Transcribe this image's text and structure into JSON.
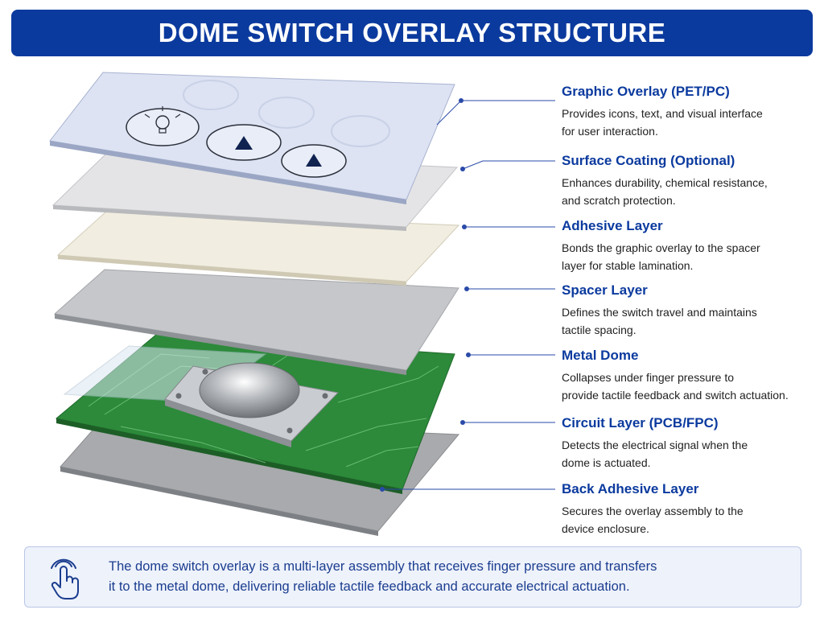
{
  "title": "DOME SWITCH OVERLAY STRUCTURE",
  "layers": [
    {
      "name": "Graphic Overlay (PET/PC)",
      "desc1": "Provides icons, text, and visual interface",
      "desc2": "for user interaction."
    },
    {
      "name": "Surface Coating (Optional)",
      "desc1": "Enhances durability, chemical resistance,",
      "desc2": "and scratch protection."
    },
    {
      "name": "Adhesive Layer",
      "desc1": "Bonds the graphic overlay to the spacer",
      "desc2": "layer for stable lamination."
    },
    {
      "name": "Spacer Layer",
      "desc1": "Defines the switch travel and maintains",
      "desc2": "tactile spacing."
    },
    {
      "name": "Metal Dome",
      "desc1": "Collapses under finger pressure to",
      "desc2": "provide tactile feedback and switch actuation."
    },
    {
      "name": "Circuit Layer (PCB/FPC)",
      "desc1": "Detects the electrical signal when the",
      "desc2": "dome is actuated."
    },
    {
      "name": "Back Adhesive Layer",
      "desc1": "Secures the overlay assembly to the",
      "desc2": "device enclosure."
    }
  ],
  "footer": {
    "line1": "The dome switch overlay is a multi-layer assembly that receives finger pressure and transfers",
    "line2": "it to the metal dome, delivering reliable tactile feedback and accurate electrical actuation."
  },
  "icons": {
    "footer": "touch-hand-icon",
    "overlay_button": "light-bulb-icon",
    "arrow": "triangle-up-icon"
  },
  "colors": {
    "accent": "#0b3a9e",
    "overlay": "#dde3f3",
    "coating": "#e4e4e6",
    "adhesive": "#f1ede0",
    "spacer": "#c5c7ca",
    "pcb": "#2c8a3a",
    "back": "#a8aaad",
    "footer_bg": "#eef2fb"
  }
}
